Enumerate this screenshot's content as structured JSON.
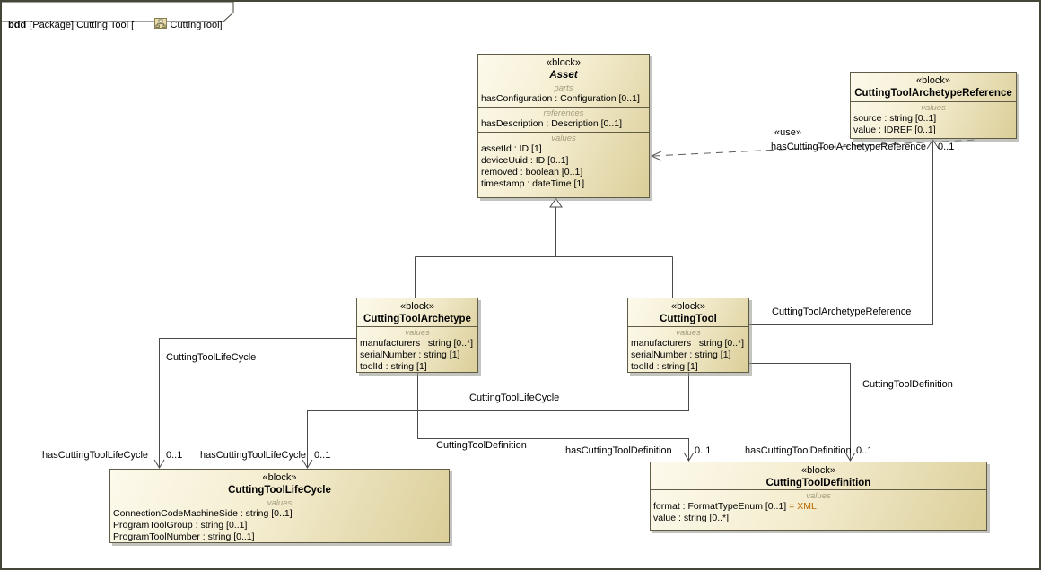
{
  "tab": {
    "keyword": "bdd",
    "context": "[Package] Cutting Tool [",
    "diagram_name": "CuttingTool",
    "close_bracket": "]"
  },
  "stereotype": "«block»",
  "blocks": {
    "asset": {
      "name": "Asset",
      "parts_label": "parts",
      "parts": [
        "hasConfiguration : Configuration [0..1]"
      ],
      "references_label": "references",
      "references": [
        "hasDescription : Description [0..1]"
      ],
      "values_label": "values",
      "values": [
        "assetId : ID [1]",
        "deviceUuid : ID [0..1]",
        "removed : boolean [0..1]",
        "timestamp : dateTime [1]"
      ]
    },
    "archetype_reference": {
      "name": "CuttingToolArchetypeReference",
      "values_label": "values",
      "values": [
        "source : string [0..1]",
        "value : IDREF [0..1]"
      ]
    },
    "archetype": {
      "name": "CuttingToolArchetype",
      "values_label": "values",
      "values": [
        "manufacturers : string [0..*]",
        "serialNumber : string [1]",
        "toolId : string [1]"
      ]
    },
    "cutting_tool": {
      "name": "CuttingTool",
      "values_label": "values",
      "values": [
        "manufacturers : string [0..*]",
        "serialNumber : string [1]",
        "toolId : string [1]"
      ]
    },
    "life_cycle": {
      "name": "CuttingToolLifeCycle",
      "values_label": "values",
      "values": [
        "ConnectionCodeMachineSide : string [0..1]",
        "ProgramToolGroup : string [0..1]",
        "ProgramToolNumber : string [0..1]"
      ]
    },
    "definition": {
      "name": "CuttingToolDefinition",
      "values_label": "values",
      "format_prefix": "format : FormatTypeEnum [0..1] ",
      "format_default": "= XML",
      "values": [
        "value : string [0..*]"
      ]
    }
  },
  "connectors": {
    "use": {
      "stereotype": "«use»"
    },
    "archetype_ref_assoc": {
      "name": "CuttingToolArchetypeReference",
      "role": "hasCuttingToolArchetypeReference",
      "multiplicity": "0..1"
    },
    "archetype_lifecycle": {
      "name": "CuttingToolLifeCycle",
      "role": "hasCuttingToolLifeCycle",
      "multiplicity": "0..1"
    },
    "tool_lifecycle": {
      "name": "CuttingToolLifeCycle",
      "role": "hasCuttingToolLifeCycle",
      "multiplicity": "0..1"
    },
    "archetype_definition": {
      "name": "CuttingToolDefinition",
      "role": "hasCuttingToolDefinition",
      "multiplicity": "0..1"
    },
    "tool_definition": {
      "name": "CuttingToolDefinition",
      "role": "hasCuttingToolDefinition",
      "multiplicity": "0..1"
    }
  },
  "colors": {
    "block_border": "#5f5b45",
    "block_fill_light": "#fdfaec",
    "block_fill_dark": "#dbce99",
    "line": "#4a4a4a",
    "compartment_label": "#a39d7c",
    "default_value": "#b96a00"
  }
}
